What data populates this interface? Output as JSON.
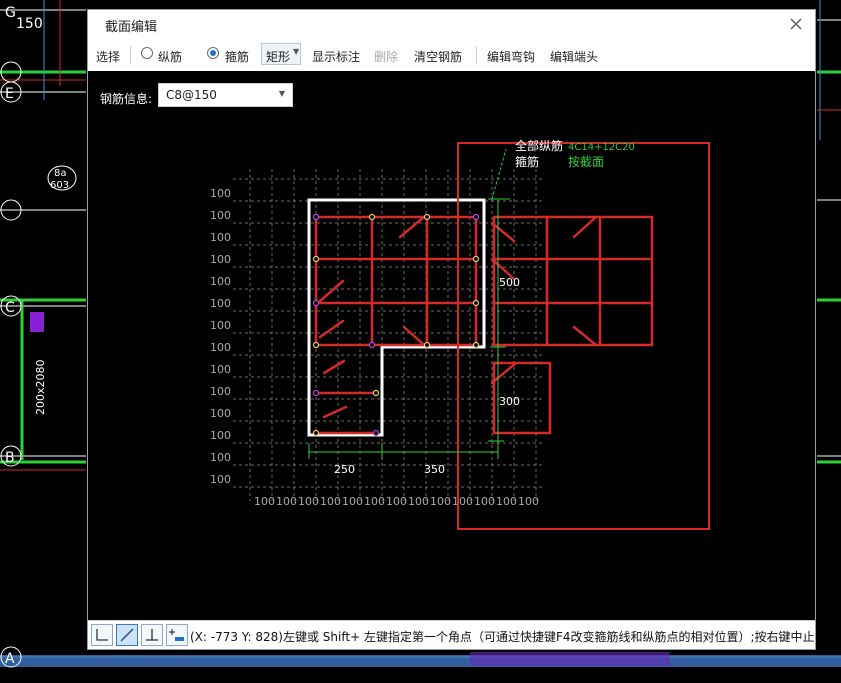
{
  "dialog": {
    "title": "截面编辑"
  },
  "toolbar": {
    "select": "选择",
    "longitudinal": "纵筋",
    "stirrup": "箍筋",
    "shape": "矩形",
    "show_dims": "显示标注",
    "delete": "删除",
    "clear_rebar": "清空钢筋",
    "edit_hook": "编辑弯钩",
    "edit_end": "编辑端头"
  },
  "rebar_info": {
    "label": "钢筋信息:",
    "value": "C8@150"
  },
  "canvas": {
    "annotation_line1": "全部纵筋",
    "annotation_line1_value": "4C14+12C20",
    "annotation_line2": "箍筋",
    "annotation_line2_value": "按截面",
    "grid_label": "100",
    "dims": [
      "250",
      "350",
      "500",
      "300"
    ]
  },
  "cad_bg": {
    "labels": [
      "G",
      "150",
      "E",
      "8a",
      "603",
      "C",
      "200x2080",
      "B",
      "A"
    ]
  },
  "status": {
    "text": "(X: -773 Y: 828)左键或 Shift+ 左键指定第一个角点（可通过快捷键F4改变箍筋线和纵筋点的相对位置）;按右键中止或"
  },
  "colors": {
    "rebar": "#d42a2a",
    "outline": "#ffffff",
    "dim": "#2ecf3a",
    "grid": "#6a6a6a",
    "accent_radio": "#1e73c8"
  }
}
